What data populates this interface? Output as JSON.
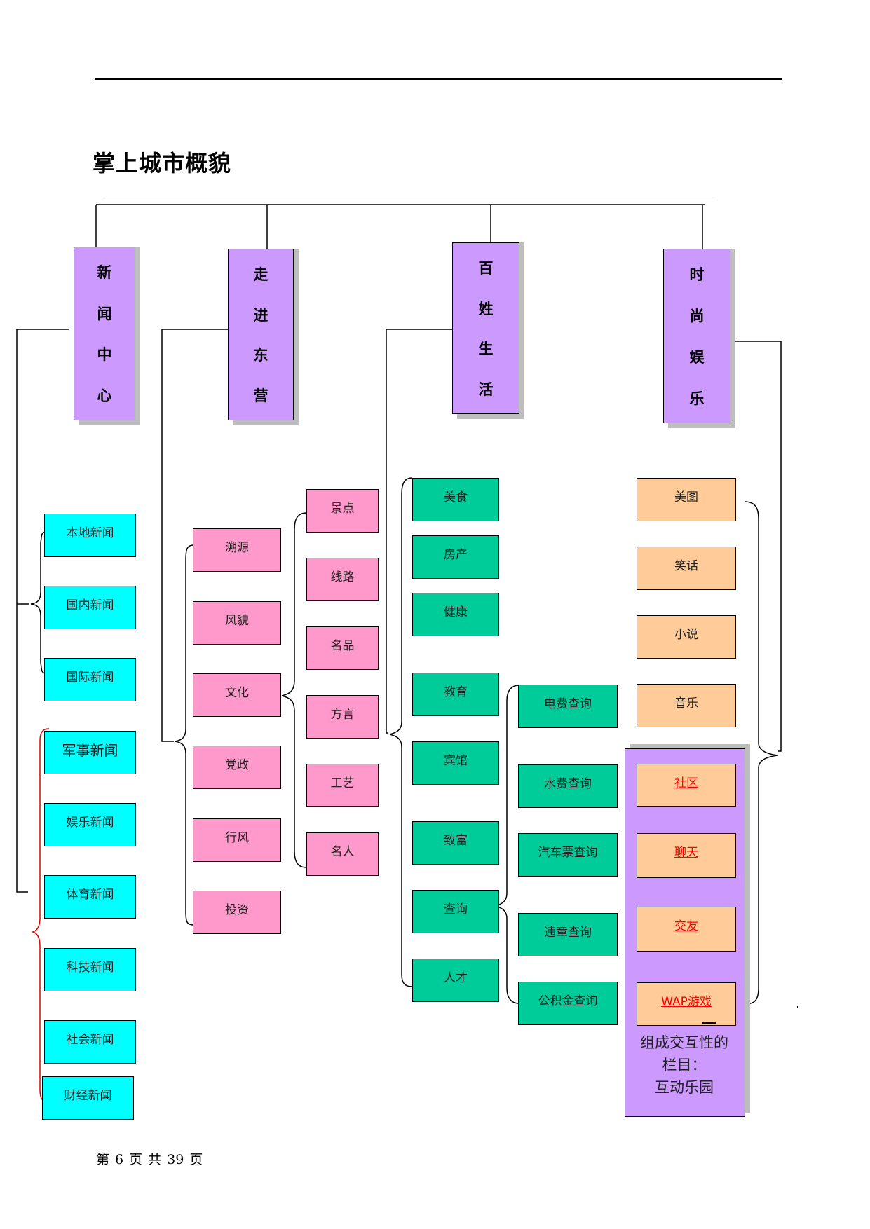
{
  "page_title": "掌上城市概貌",
  "categories": [
    {
      "chars": [
        "新",
        "闻",
        "中",
        "心"
      ]
    },
    {
      "chars": [
        "走",
        "进",
        "东",
        "营"
      ]
    },
    {
      "chars": [
        "百",
        "姓",
        "生",
        "活"
      ]
    },
    {
      "chars": [
        "时",
        "尚",
        "娱",
        "乐"
      ]
    }
  ],
  "news": [
    "本地新闻",
    "国内新闻",
    "国际新闻",
    "军事新闻",
    "娱乐新闻",
    "体育新闻",
    "科技新闻",
    "社会新闻",
    "财经新闻"
  ],
  "dongying": [
    "溯源",
    "风貌",
    "文化",
    "党政",
    "行风",
    "投资"
  ],
  "culture": [
    "景点",
    "线路",
    "名品",
    "方言",
    "工艺",
    "名人"
  ],
  "life": [
    "美食",
    "房产",
    "健康",
    "教育",
    "宾馆",
    "致富",
    "查询",
    "人才"
  ],
  "query": [
    "电费查询",
    "水费查询",
    "汽车票查询",
    "违章查询",
    "公积金查询"
  ],
  "fashion": [
    "美图",
    "笑话",
    "小说",
    "音乐"
  ],
  "interactive": [
    "社区",
    "聊天",
    "交友",
    "WAP游戏"
  ],
  "interactive_note": [
    "组成交互性的",
    "栏目：",
    "互动乐园"
  ],
  "footer": {
    "word1": "第",
    "page": "6",
    "word2": "页",
    "word3": "共",
    "total": "39",
    "word4": "页"
  },
  "colors": {
    "category": "#cc99ff",
    "news": "#00ffff",
    "dongying": "#ff99cc",
    "life": "#00cc99",
    "fashion": "#ffcc99",
    "link": "#ff0000"
  }
}
